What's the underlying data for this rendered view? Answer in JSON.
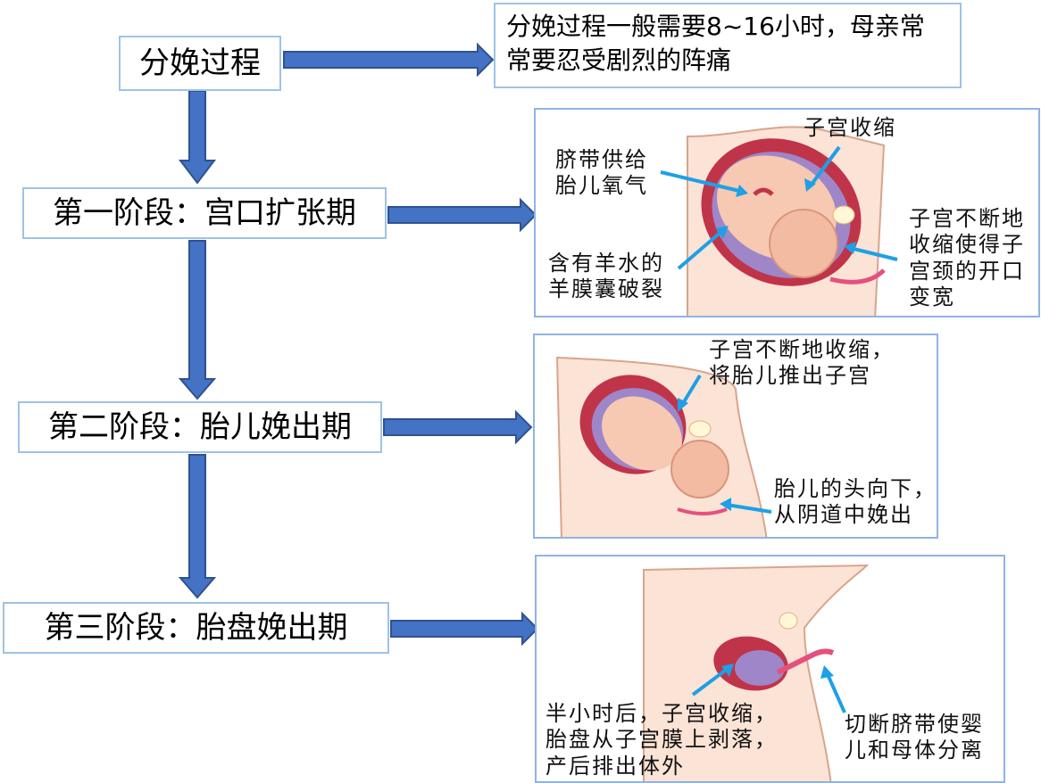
{
  "colors": {
    "box_border": "#9dc3e6",
    "arrow_fill": "#4472c4",
    "arrow_stroke": "#2f528f",
    "callout_arrow": "#1ea0e6",
    "uterus": "#c0344a",
    "amniotic_sac": "#9e86c8",
    "skin": "#f7c9b3",
    "body_tint": "#fbe3d6"
  },
  "flow": {
    "process_title": "分娩过程",
    "process_note": "分娩过程一般需要8~16小时，母亲常常要忍受剧烈的阵痛",
    "stage1": "第一阶段：宫口扩张期",
    "stage2": "第二阶段：胎儿娩出期",
    "stage3": "第三阶段：胎盘娩出期"
  },
  "panel1": {
    "label_umbilical_oxygen": "脐带供给\n胎儿氧气",
    "label_uterus_contract": "子宫收缩",
    "label_sac_rupture": "含有羊水的\n羊膜囊破裂",
    "label_cervix_widen": "子宫不断地\n收缩使得子\n宫颈的开口\n变宽"
  },
  "panel2": {
    "label_push_out": "子宫不断地收缩，\n将胎儿推出子宫",
    "label_head_down": "胎儿的头向下，\n从阴道中娩出"
  },
  "panel3": {
    "label_placenta_out": "半小时后，子宫收缩，\n胎盘从子宫膜上剥落，\n产后排出体外",
    "label_cut_cord": "切断脐带使婴\n儿和母体分离"
  }
}
